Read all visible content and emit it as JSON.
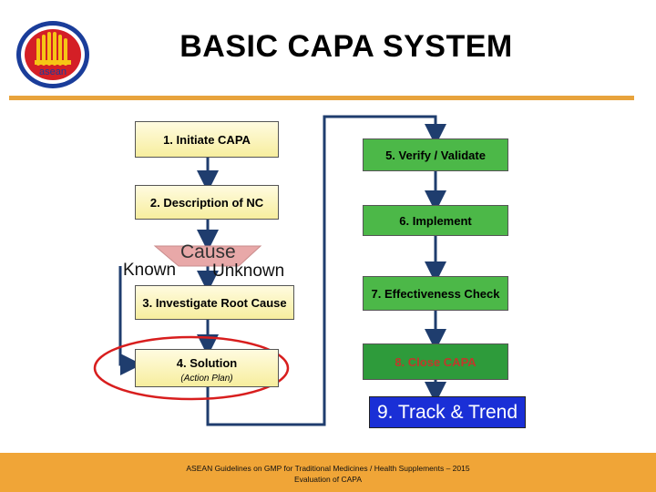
{
  "title": "BASIC CAPA SYSTEM",
  "logo": {
    "text": "asean"
  },
  "steps": {
    "s1": "1. Initiate CAPA",
    "s2": "2. Description of NC",
    "s3": "3. Investigate Root Cause",
    "s4": "4. Solution",
    "s4_sub": "(Action Plan)",
    "s5": "5. Verify / Validate",
    "s6": "6. Implement",
    "s7": "7. Effectiveness Check",
    "s8": "8. Close CAPA",
    "s9": "9. Track & Trend"
  },
  "cause": {
    "label": "Cause",
    "known": "Known",
    "unknown": "Unknown"
  },
  "footer": {
    "line1": "ASEAN Guidelines on GMP for Traditional Medicines / Health Supplements – 2015",
    "line2": "Evaluation of CAPA"
  },
  "colors": {
    "accent_bar": "#e8a33c",
    "step_yellow": "#f7ee9e",
    "step_green": "#4cb848",
    "track_blue": "#1a2fd6",
    "arrow_blue": "#1f3d6e",
    "highlight_red": "#d81e1e"
  }
}
